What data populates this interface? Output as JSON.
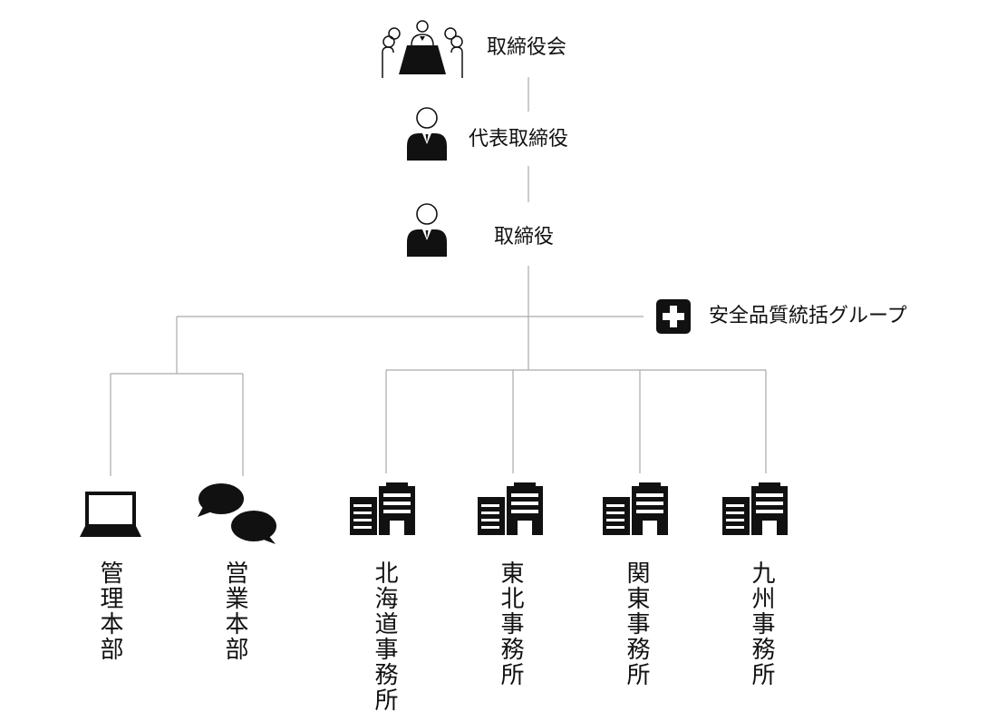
{
  "top": {
    "board": {
      "label": "取締役会",
      "icon": "board-meeting-icon"
    },
    "president": {
      "label": "代表取締役",
      "icon": "person-icon"
    },
    "director": {
      "label": "取締役",
      "icon": "person-icon"
    },
    "quality_group": {
      "label": "安全品質統括グループ",
      "icon": "plus-icon"
    }
  },
  "departments": [
    {
      "label": "管理本部",
      "icon": "laptop-icon"
    },
    {
      "label": "営業本部",
      "icon": "chat-bubbles-icon"
    },
    {
      "label": "北海道事務所",
      "icon": "building-icon"
    },
    {
      "label": "東北事務所",
      "icon": "building-icon"
    },
    {
      "label": "関東事務所",
      "icon": "building-icon"
    },
    {
      "label": "九州事務所",
      "icon": "building-icon"
    }
  ],
  "colors": {
    "line": "#aaaaaa",
    "icon": "#111111"
  }
}
